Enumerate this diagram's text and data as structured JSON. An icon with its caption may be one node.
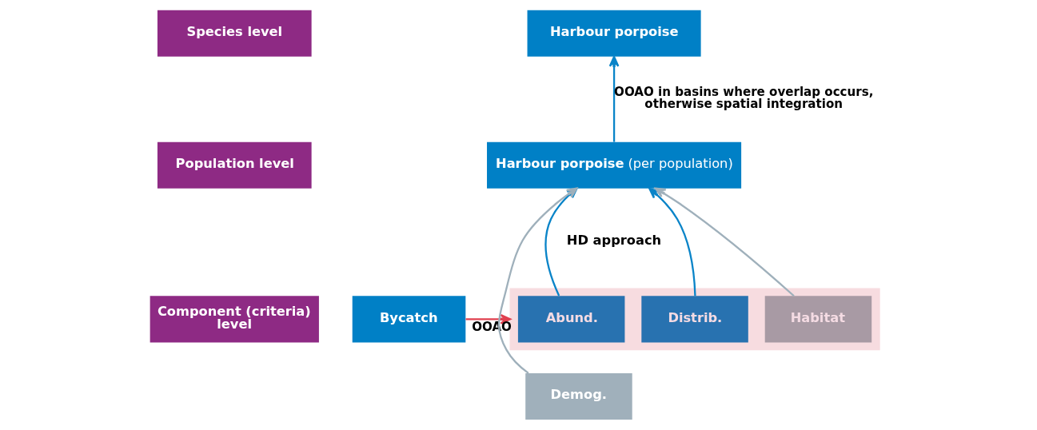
{
  "diagram": {
    "nodes": [
      {
        "text": [
          "Species level"
        ]
      },
      {
        "text": [
          "Population level"
        ]
      },
      {
        "text": [
          "Component (criteria) level"
        ]
      },
      {
        "text": [
          "Harbour porpoise"
        ]
      },
      {
        "text": [
          "**Harbour porpoise** (per population)"
        ]
      },
      {
        "text": [
          "Bycatch"
        ]
      },
      {
        "text": [],
        "shape": "box"
      },
      {
        "text": [
          "Abund."
        ],
        "in": 6
      },
      {
        "text": [
          "Distrib."
        ],
        "in": 6
      },
      {
        "text": [
          "Habitat"
        ],
        "in": 6
      },
      {
        "text": [
          "Demog."
        ]
      }
    ],
    "edges": [
      {
        "from": 4,
        "to": 3,
        "arrow": "to",
        "label": "OOAO in basins where overlap occurs, otherwise spatial integration"
      },
      {
        "from": 7,
        "to": 4,
        "arrow": "to"
      },
      {
        "from": 8,
        "to": 4,
        "arrow": "to"
      },
      {
        "from": 10,
        "to": 4,
        "arrow": "to",
        "color": "#9fb0bb"
      },
      {
        "from": 9,
        "to": 4,
        "arrow": "to",
        "color": "#9fb0bb"
      },
      {
        "from": 5,
        "to": 6,
        "arrow": "to",
        "label": "OOAO",
        "color": "#e0404f"
      }
    ],
    "labels": [
      "HD approach"
    ]
  }
}
